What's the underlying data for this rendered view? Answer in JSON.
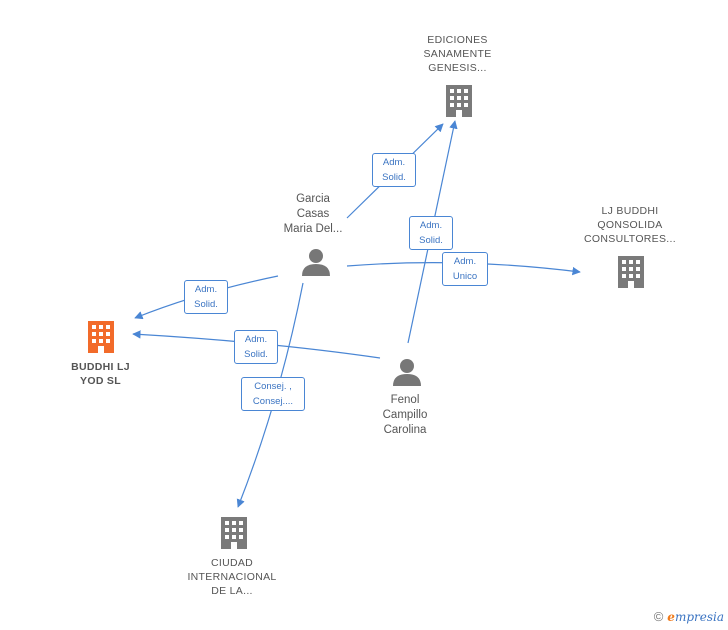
{
  "colors": {
    "edge": "#4a86d4",
    "company": "#7a7a7a",
    "company_highlight": "#f26b2a",
    "person": "#777777"
  },
  "nodes": {
    "ediciones": {
      "label": "EDICIONES\nSANAMENTE\nGENESIS...",
      "icon": "building-icon"
    },
    "lj_buddhi_qonsolida": {
      "label": "LJ BUDDHI\nQONSOLIDA\nCONSULTORES...",
      "icon": "building-icon"
    },
    "buddhi_lj_yod": {
      "label": "BUDDHI LJ\nYOD  SL",
      "icon": "building-icon"
    },
    "ciudad": {
      "label": "CIUDAD\nINTERNACIONAL\nDE LA...",
      "icon": "building-icon"
    },
    "garcia": {
      "label": "Garcia\nCasas\nMaria Del...",
      "icon": "person-icon"
    },
    "fenol": {
      "label": "Fenol\nCampillo\nCarolina",
      "icon": "person-icon"
    }
  },
  "edges": {
    "garcia_ediciones": "Adm.\nSolid.",
    "fenol_ediciones": "Adm.\nSolid.",
    "garcia_lj": "Adm.\nUnico",
    "garcia_buddhi": "Adm.\nSolid.",
    "fenol_buddhi": "Adm.\nSolid.",
    "garcia_ciudad": "Consej. ,\nConsej...."
  },
  "footer": {
    "copyright": "©",
    "brand_first": "e",
    "brand_rest": "mpresia"
  }
}
